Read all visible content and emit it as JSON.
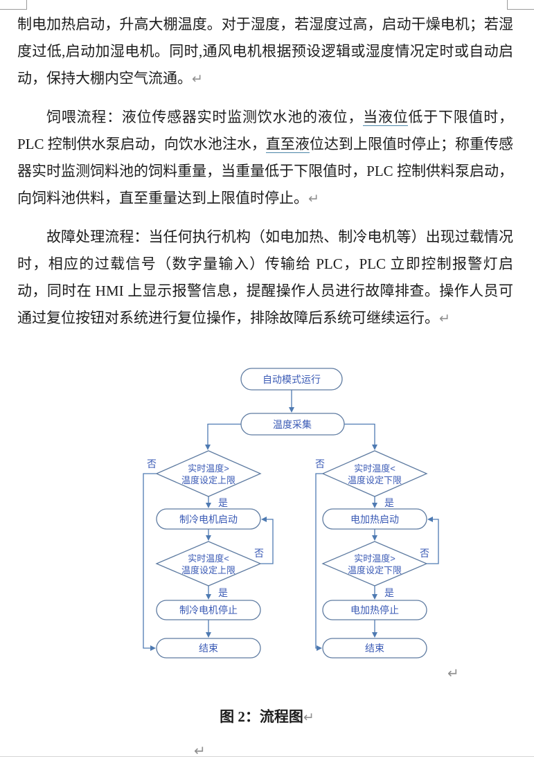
{
  "paragraphs": {
    "p1": "制电加热启动，升高大棚温度。对于湿度，若湿度过高，启动干燥电机；若湿度过低,启动加湿电机。同时,通风电机根据预设逻辑或湿度情况定时或自动启动，保持大棚内空气流通。",
    "p2_r1": "饲喂流程：液位传感器实时监测饮水池的液位，",
    "p2_r2": "当液位",
    "p2_r3": "低于下限值时，PLC 控制供水泵启动，向饮水池注水，",
    "p2_r4": "直至液",
    "p2_r5": "位达到上限值时停止；称重传感器实时监测饲料池的饲料重量，当重量低于下限值时，PLC 控制供料泵启动，向饲料池供料，直至重量达到上限值时停止。",
    "p3": "故障处理流程：当任何执行机构（如电加热、制冷电机等）出现过载情况时，相应的过载信号（数字量输入）传输给 PLC，PLC 立即控制报警灯启动，同时在 HMI 上显示报警信息，提醒操作人员进行故障排查。操作人员可通过复位按钮对系统进行复位操作，排除故障后系统可继续运行。"
  },
  "flowchart": {
    "start": "自动模式运行",
    "collect": "温度采集",
    "left": {
      "cond1_l1": "实时温度>",
      "cond1_l2": "温度设定上限",
      "action_start": "制冷电机启动",
      "cond2_l1": "实时温度<",
      "cond2_l2": "温度设定上限",
      "action_stop": "制冷电机停止",
      "end": "结束"
    },
    "right": {
      "cond1_l1": "实时温度<",
      "cond1_l2": "温度设定下限",
      "action_start": "电加热启动",
      "cond2_l1": "实时温度>",
      "cond2_l2": "温度设定下限",
      "action_stop": "电加热停止",
      "end": "结束"
    },
    "yes_label": "是",
    "no_label": "否"
  },
  "figure_caption": "图 2：流程图",
  "marks": {
    "pilcrow": "↵"
  },
  "colors": {
    "flowchart_line": "#4e7ab2",
    "flowchart_border": "#5e7ba1",
    "flowchart_text": "#3a5ab5",
    "underline": "#4a86a8",
    "pilcrow": "#8f8f8f"
  }
}
